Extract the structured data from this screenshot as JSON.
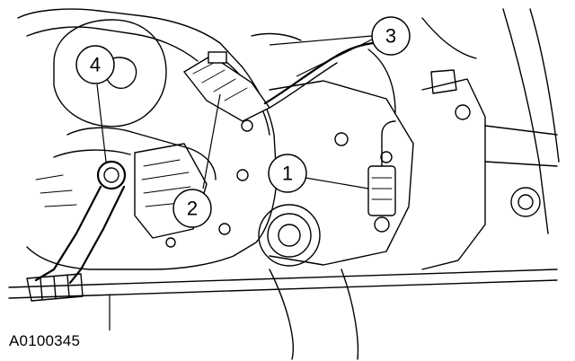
{
  "figure_id": "A0100345",
  "callouts": [
    {
      "number": "1"
    },
    {
      "number": "2"
    },
    {
      "number": "3"
    },
    {
      "number": "4"
    }
  ],
  "colors": {
    "line": "#000000",
    "background": "#ffffff"
  }
}
